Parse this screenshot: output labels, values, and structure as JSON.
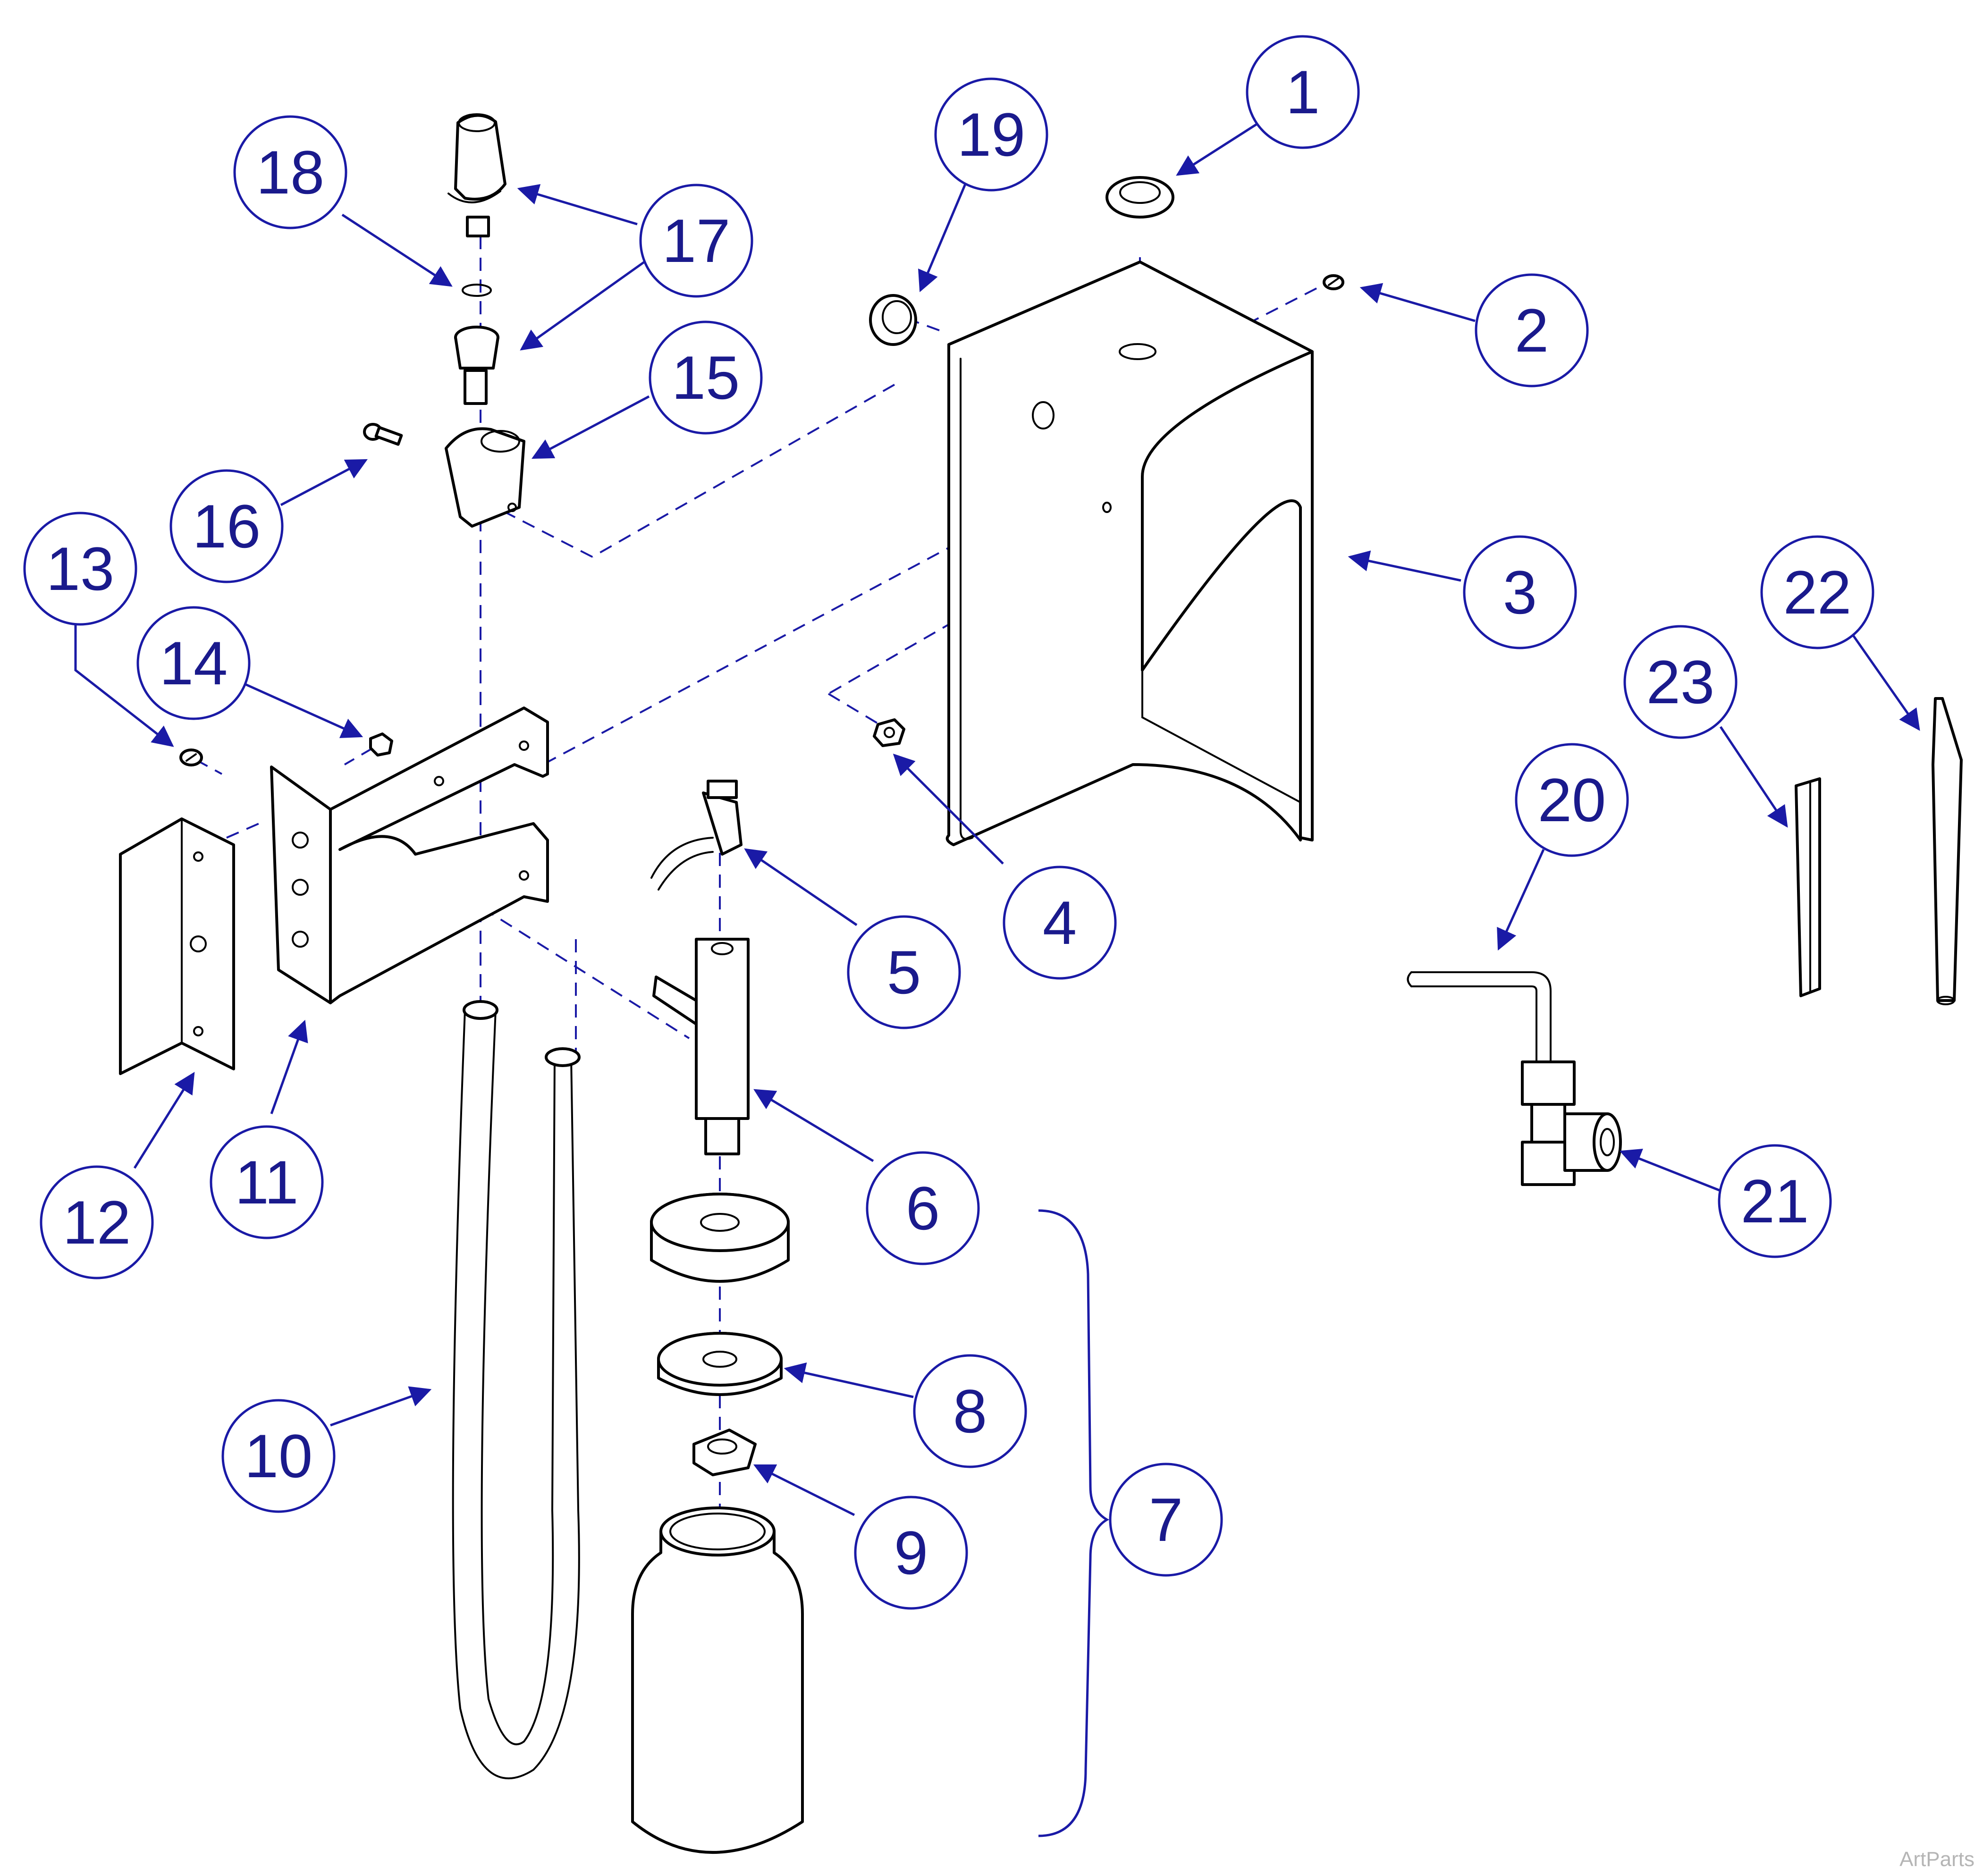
{
  "watermark": "ArtParts",
  "colors": {
    "callout": "#1a1a8c",
    "line": "#000000"
  },
  "callouts": [
    {
      "id": "1",
      "label": "1"
    },
    {
      "id": "2",
      "label": "2"
    },
    {
      "id": "3",
      "label": "3"
    },
    {
      "id": "4",
      "label": "4"
    },
    {
      "id": "5",
      "label": "5"
    },
    {
      "id": "6",
      "label": "6"
    },
    {
      "id": "7",
      "label": "7"
    },
    {
      "id": "8",
      "label": "8"
    },
    {
      "id": "9",
      "label": "9"
    },
    {
      "id": "10",
      "label": "10"
    },
    {
      "id": "11",
      "label": "11"
    },
    {
      "id": "12",
      "label": "12"
    },
    {
      "id": "13",
      "label": "13"
    },
    {
      "id": "14",
      "label": "14"
    },
    {
      "id": "15",
      "label": "15"
    },
    {
      "id": "16",
      "label": "16"
    },
    {
      "id": "17",
      "label": "17"
    },
    {
      "id": "18",
      "label": "18"
    },
    {
      "id": "19",
      "label": "19"
    },
    {
      "id": "20",
      "label": "20"
    },
    {
      "id": "21",
      "label": "21"
    },
    {
      "id": "22",
      "label": "22"
    },
    {
      "id": "23",
      "label": "23"
    }
  ]
}
